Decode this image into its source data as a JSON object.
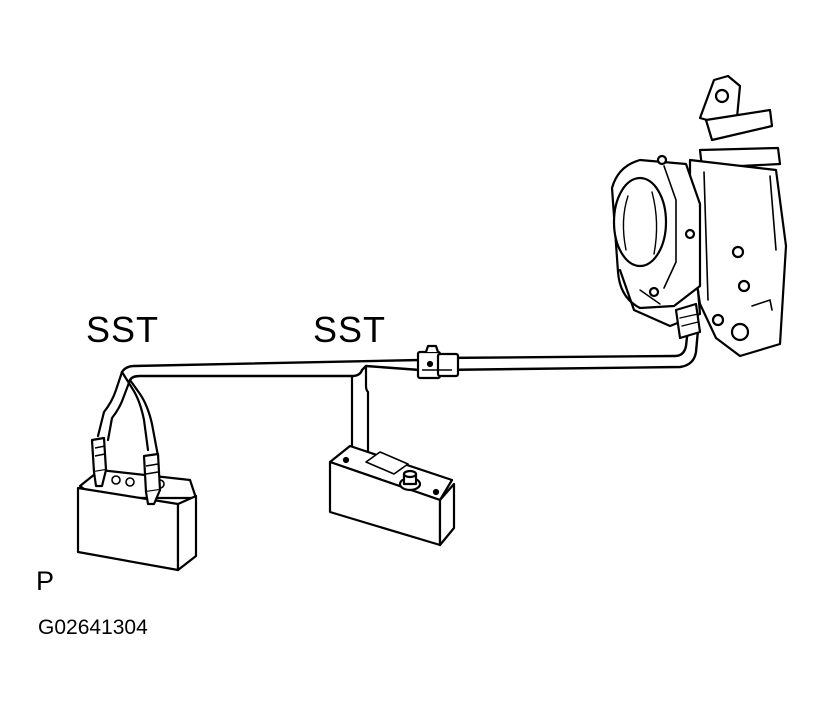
{
  "labels": {
    "sst_left": "SST",
    "sst_right": "SST",
    "view_marker": "P",
    "figure_code": "G02641304"
  },
  "components": {
    "battery": "battery-icon",
    "tester_box": "switch-box-icon",
    "connector": "connector-icon",
    "actuator": "door-lock-actuator-icon"
  },
  "style": {
    "line_color": "#000000",
    "background": "#ffffff"
  }
}
